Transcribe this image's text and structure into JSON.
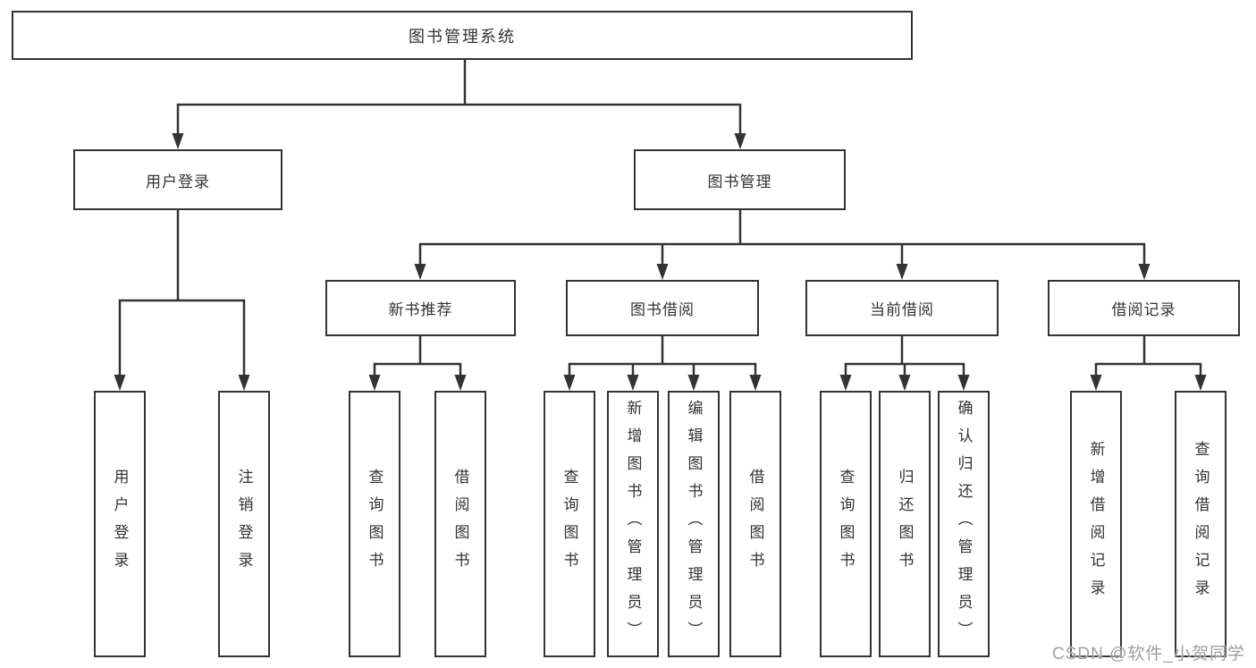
{
  "diagram": {
    "root_label": "图书管理系统",
    "branches": [
      {
        "label": "用户登录",
        "children": [
          "用户登录",
          "注销登录"
        ]
      },
      {
        "label": "图书管理",
        "sections": [
          {
            "label": "新书推荐",
            "children": [
              "查询图书",
              "借阅图书"
            ]
          },
          {
            "label": "图书借阅",
            "children": [
              "查询图书",
              "新增图书（管理员）",
              "编辑图书（管理员）",
              "借阅图书"
            ]
          },
          {
            "label": "当前借阅",
            "children": [
              "查询图书",
              "归还图书",
              "确认归还（管理员）"
            ]
          },
          {
            "label": "借阅记录",
            "children": [
              "新增借阅记录",
              "查询借阅记录"
            ]
          }
        ]
      }
    ]
  },
  "watermark": {
    "text": "CSDN @软件_小贺同学"
  },
  "colors": {
    "line": "#333333",
    "text": "#333333",
    "background": "#ffffff",
    "watermark": "#a0a0a0"
  }
}
